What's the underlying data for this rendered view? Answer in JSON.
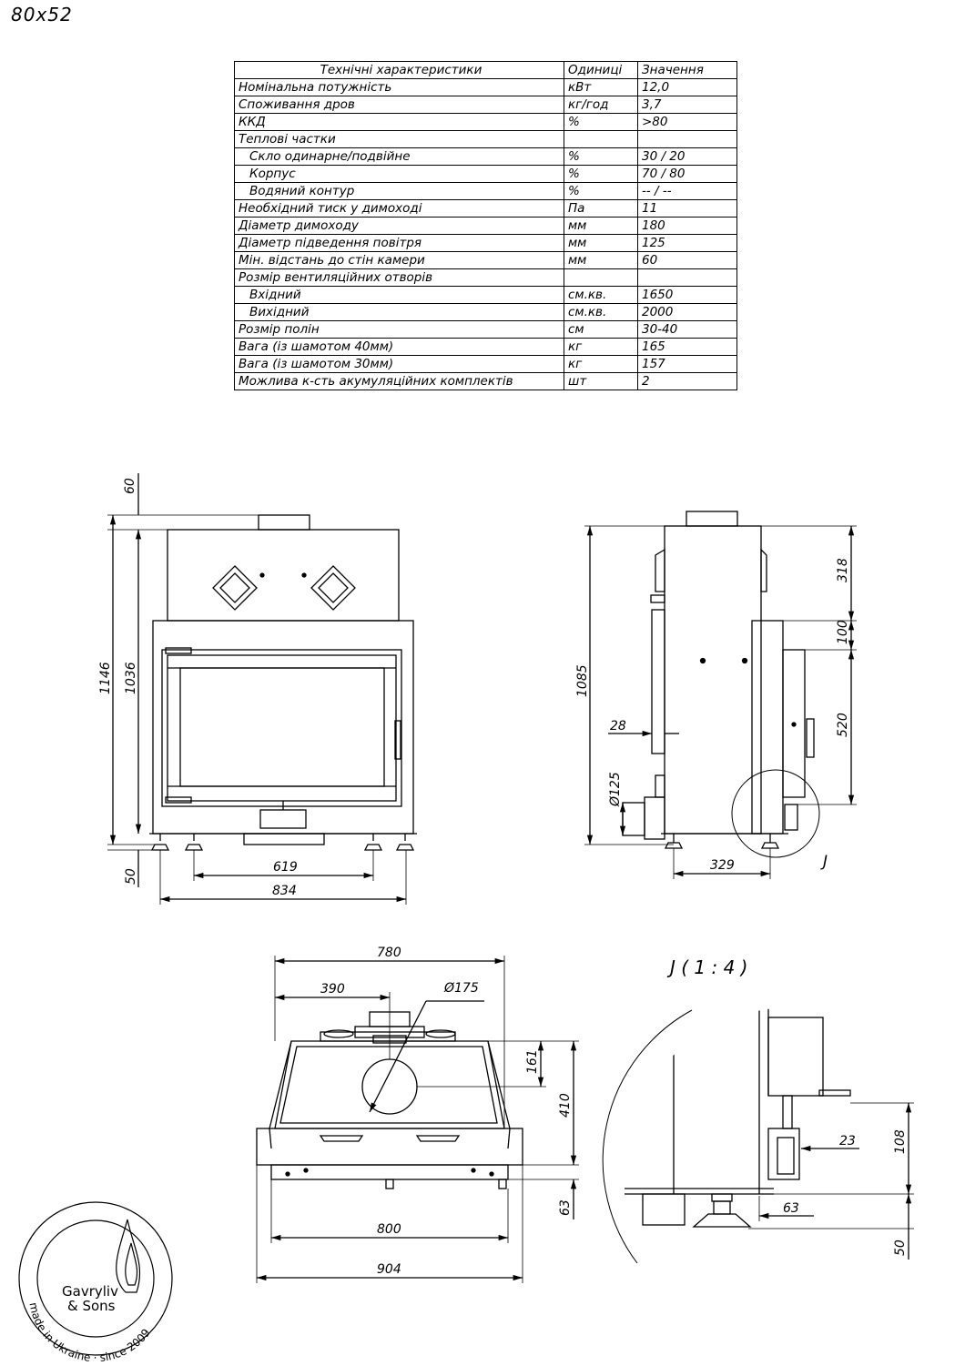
{
  "model": "80x52",
  "table": {
    "headers": [
      "Технічні характеристики",
      "Одиниці",
      "Значення"
    ],
    "rows": [
      {
        "name": "Номінальна потужність",
        "unit": "кВт",
        "value": "12,0",
        "indent": false
      },
      {
        "name": "Споживання дров",
        "unit": "кг/год",
        "value": "3,7",
        "indent": false
      },
      {
        "name": "ККД",
        "unit": "%",
        "value": ">80",
        "indent": false
      },
      {
        "name": "Теплові частки",
        "unit": "",
        "value": "",
        "indent": false
      },
      {
        "name": "Скло одинарне/подвійне",
        "unit": "%",
        "value": "30 / 20",
        "indent": true
      },
      {
        "name": "Корпус",
        "unit": "%",
        "value": "70 / 80",
        "indent": true
      },
      {
        "name": "Водяний контур",
        "unit": "%",
        "value": "-- / --",
        "indent": true
      },
      {
        "name": "Необхідний тиск у димоході",
        "unit": "Па",
        "value": "11",
        "indent": false
      },
      {
        "name": "Діаметр димоходу",
        "unit": "мм",
        "value": "180",
        "indent": false
      },
      {
        "name": "Діаметр підведення повітря",
        "unit": "мм",
        "value": "125",
        "indent": false
      },
      {
        "name": "Мін. відстань до стін камери",
        "unit": "мм",
        "value": "60",
        "indent": false
      },
      {
        "name": "Розмір вентиляційних отворів",
        "unit": "",
        "value": "",
        "indent": false
      },
      {
        "name": "Вхідний",
        "unit": "см.кв.",
        "value": "1650",
        "indent": true
      },
      {
        "name": "Вихідний",
        "unit": "см.кв.",
        "value": "2000",
        "indent": true
      },
      {
        "name": "Розмір полін",
        "unit": "см",
        "value": "30-40",
        "indent": false
      },
      {
        "name": "Вага (із шамотом 40мм)",
        "unit": "кг",
        "value": "165",
        "indent": false
      },
      {
        "name": "Вага (із шамотом 30мм)",
        "unit": "кг",
        "value": "157",
        "indent": false
      },
      {
        "name": "Можлива к-сть акумуляційних комплектів",
        "unit": "шт",
        "value": "2",
        "indent": false
      }
    ]
  },
  "front_view": {
    "dim_60": "60",
    "dim_1146": "1146",
    "dim_1036": "1036",
    "dim_50": "50",
    "dim_619": "619",
    "dim_834": "834"
  },
  "side_view": {
    "dim_1085": "1085",
    "dim_318": "318",
    "dim_100": "100",
    "dim_520": "520",
    "dim_28": "28",
    "dim_d125": "Ø125",
    "dim_329": "329",
    "detail_mark": "J"
  },
  "top_view": {
    "dim_780": "780",
    "dim_390": "390",
    "dim_d175": "Ø175",
    "dim_161": "161",
    "dim_410": "410",
    "dim_63": "63",
    "dim_800": "800",
    "dim_904": "904"
  },
  "detail_view": {
    "title": "J ( 1 : 4 )",
    "dim_23": "23",
    "dim_108": "108",
    "dim_63": "63",
    "dim_50": "50"
  },
  "logo": {
    "brand_line1": "Gavryliv",
    "brand_line2": "& Sons",
    "ring_text": "made in Ukraine · since 2009"
  }
}
